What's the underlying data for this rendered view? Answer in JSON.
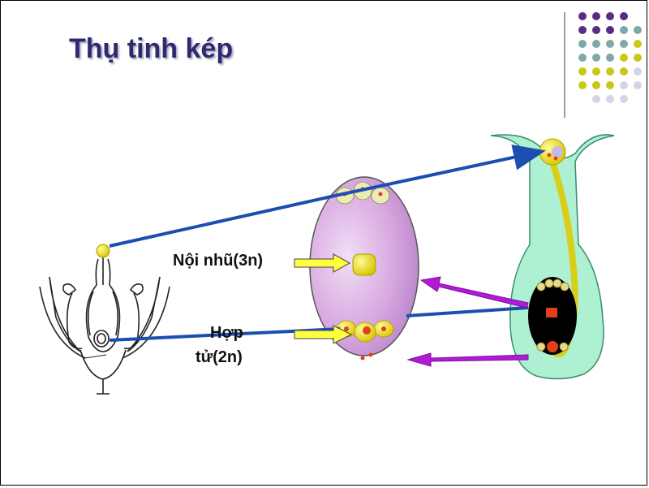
{
  "slide": {
    "title": "Thụ tinh kép"
  },
  "labels": {
    "endosperm": "Nội nhũ(3n)",
    "zygote_line1": "Hợp",
    "zygote_line2": "tử(2n)"
  },
  "colors": {
    "title": "#2e2a6e",
    "dots_purple": "#5b2a86",
    "dots_teal": "#7fa8a8",
    "dots_yellow": "#c9c816",
    "dots_lavender": "#d6d3e8",
    "ovule_fill": "#d8a8e0",
    "pistil_fill": "#aef0d2",
    "pollen_yellow": "#e8e010",
    "arrow_blue": "#1a4fb0",
    "arrow_magenta": "#b31ad6",
    "arrow_yellow": "#ffff40"
  }
}
